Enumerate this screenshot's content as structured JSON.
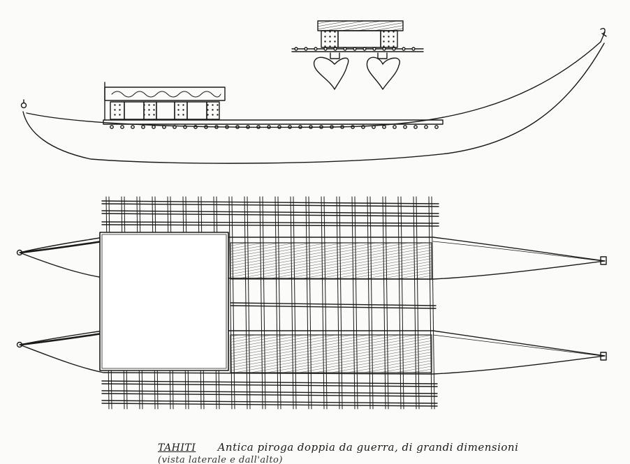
{
  "caption": {
    "place": "TAHITI",
    "text": "Antica piroga doppia da guerra, di grandi dimensioni",
    "line2": "(vista laterale e dall'alto)"
  },
  "colors": {
    "ink": "#1a1a1a",
    "paper": "#fbfbf9"
  }
}
